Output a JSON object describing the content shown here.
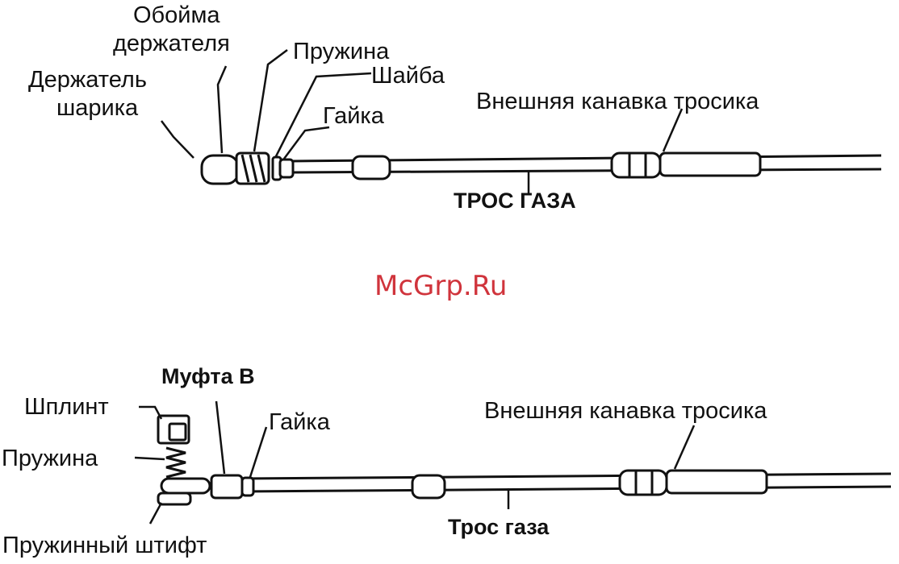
{
  "diagram1": {
    "labels": {
      "holder_cage_line1": "Обойма",
      "holder_cage_line2": "держателя",
      "spring": "Пружина",
      "washer": "Шайба",
      "ball_holder_line1": "Держатель",
      "ball_holder_line2": "шарика",
      "nut": "Гайка",
      "outer_groove": "Внешняя канавка тросика",
      "throttle_cable": "ТРОС ГАЗА"
    }
  },
  "watermark": {
    "text": "McGrp.Ru",
    "color": "#d0343c"
  },
  "diagram2": {
    "labels": {
      "coupling_b": "Муфта В",
      "cotter_pin": "Шплинт",
      "spring": "Пружина",
      "nut": "Гайка",
      "outer_groove": "Внешняя канавка тросика",
      "spring_pin": "Пружинный штифт",
      "throttle_cable": "Трос газа"
    }
  }
}
